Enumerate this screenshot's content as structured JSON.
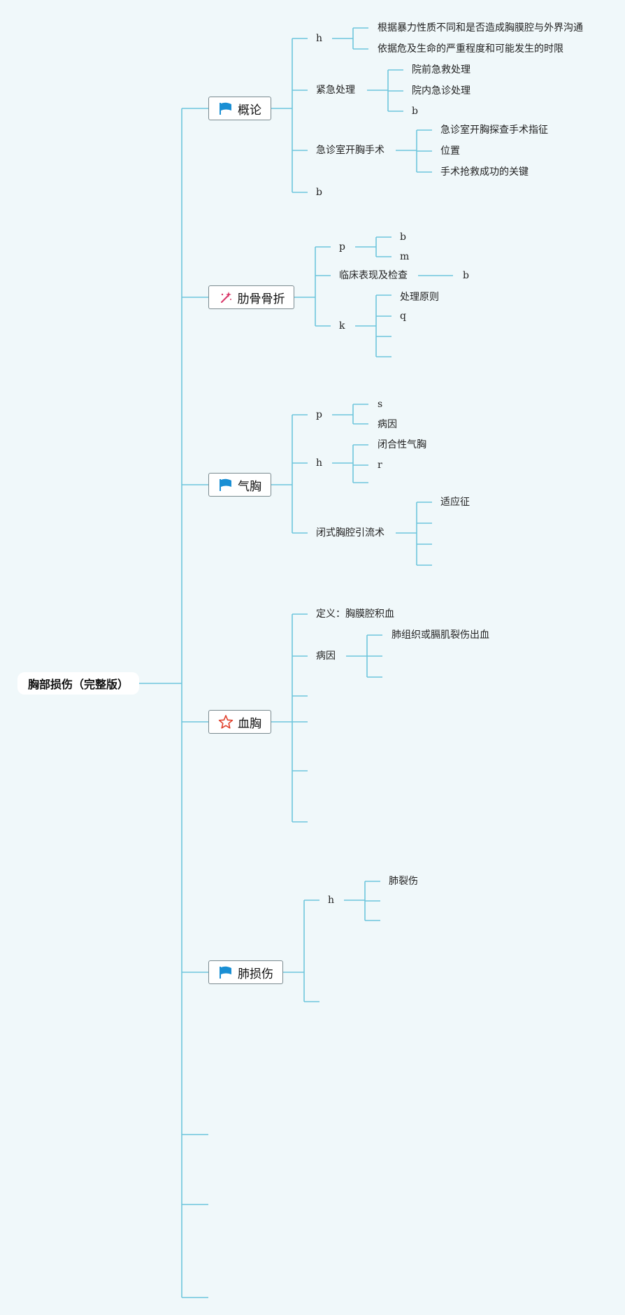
{
  "root": {
    "label": "胸部损伤（完整版）"
  },
  "colors": {
    "line": "#6ec6dc",
    "flag": "#1a8fd4",
    "wand": "#d9386a",
    "star": "#e0402c"
  },
  "branches": {
    "gailun": {
      "label": "概论",
      "icon": "flag-icon",
      "h": {
        "label": "h",
        "c1": "根据暴力性质不同和是否造成胸膜腔与外界沟通",
        "c2": "依据危及生命的严重程度和可能发生的时限"
      },
      "jinji": {
        "label": "紧急处理",
        "c1": "院前急救处理",
        "c2": "院内急诊处理",
        "c3": "b"
      },
      "kaixiong": {
        "label": "急诊室开胸手术",
        "c1": "急诊室开胸探查手术指征",
        "c2": "位置",
        "c3": "手术抢救成功的关键"
      },
      "b": "b"
    },
    "leigu": {
      "label": "肋骨骨折",
      "icon": "magic-wand-icon",
      "p": {
        "label": "p",
        "c1": "b",
        "c2": "m"
      },
      "linchuang": {
        "label": "临床表现及检查",
        "c1": "b"
      },
      "k": {
        "label": "k",
        "c1": "处理原则",
        "c2": "q"
      }
    },
    "qixiong": {
      "label": "气胸",
      "icon": "flag-icon",
      "p": {
        "label": "p",
        "c1": "s",
        "c2": "病因"
      },
      "h": {
        "label": "h",
        "c1": "闭合性气胸",
        "c2": "r"
      },
      "yinliu": {
        "label": "闭式胸腔引流术",
        "c1": "适应征"
      }
    },
    "xuexiong": {
      "label": "血胸",
      "icon": "star-icon",
      "dingyi": "定义：胸膜腔积血",
      "bingyin": {
        "label": "病因",
        "c1": "肺组织或膈肌裂伤出血"
      }
    },
    "feisunshang": {
      "label": "肺损伤",
      "icon": "flag-icon",
      "h": {
        "label": "h",
        "c1": "肺裂伤"
      }
    }
  }
}
